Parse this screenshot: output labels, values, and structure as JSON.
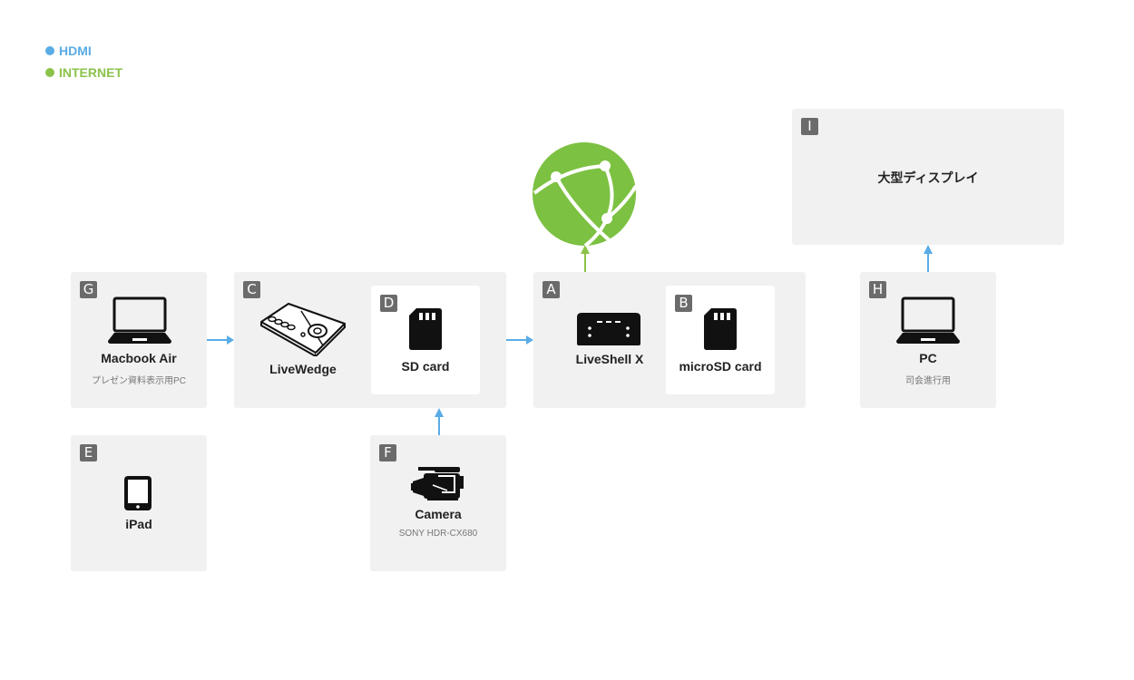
{
  "legend": [
    {
      "label": "HDMI",
      "color": "#5aace6"
    },
    {
      "label": "INTERNET",
      "color": "#8bc34a"
    }
  ],
  "colors": {
    "hdmi": "#5aace6",
    "internet": "#8bc34a",
    "globe": "#7cc142",
    "badge": "#6b6b6b",
    "box": "#f1f1f1"
  },
  "nodes": {
    "a": {
      "badge": "A",
      "title": "LiveShell X",
      "icon": "liveshell-icon"
    },
    "b": {
      "badge": "B",
      "title": "microSD card",
      "icon": "sd-card-icon"
    },
    "c": {
      "badge": "C",
      "title": "LiveWedge",
      "icon": "livewedge-icon"
    },
    "d": {
      "badge": "D",
      "title": "SD card",
      "icon": "sd-card-icon"
    },
    "e": {
      "badge": "E",
      "title": "iPad",
      "icon": "tablet-icon"
    },
    "f": {
      "badge": "F",
      "title": "Camera",
      "subtitle": "SONY HDR-CX680",
      "icon": "camera-icon"
    },
    "g": {
      "badge": "G",
      "title": "Macbook Air",
      "subtitle": "プレゼン資料表示用PC",
      "icon": "laptop-icon"
    },
    "h": {
      "badge": "H",
      "title": "PC",
      "subtitle": "司会進行用",
      "icon": "laptop-icon"
    },
    "i": {
      "badge": "I",
      "title": "大型ディスプレイ"
    }
  },
  "internet": {
    "icon": "globe-icon"
  }
}
